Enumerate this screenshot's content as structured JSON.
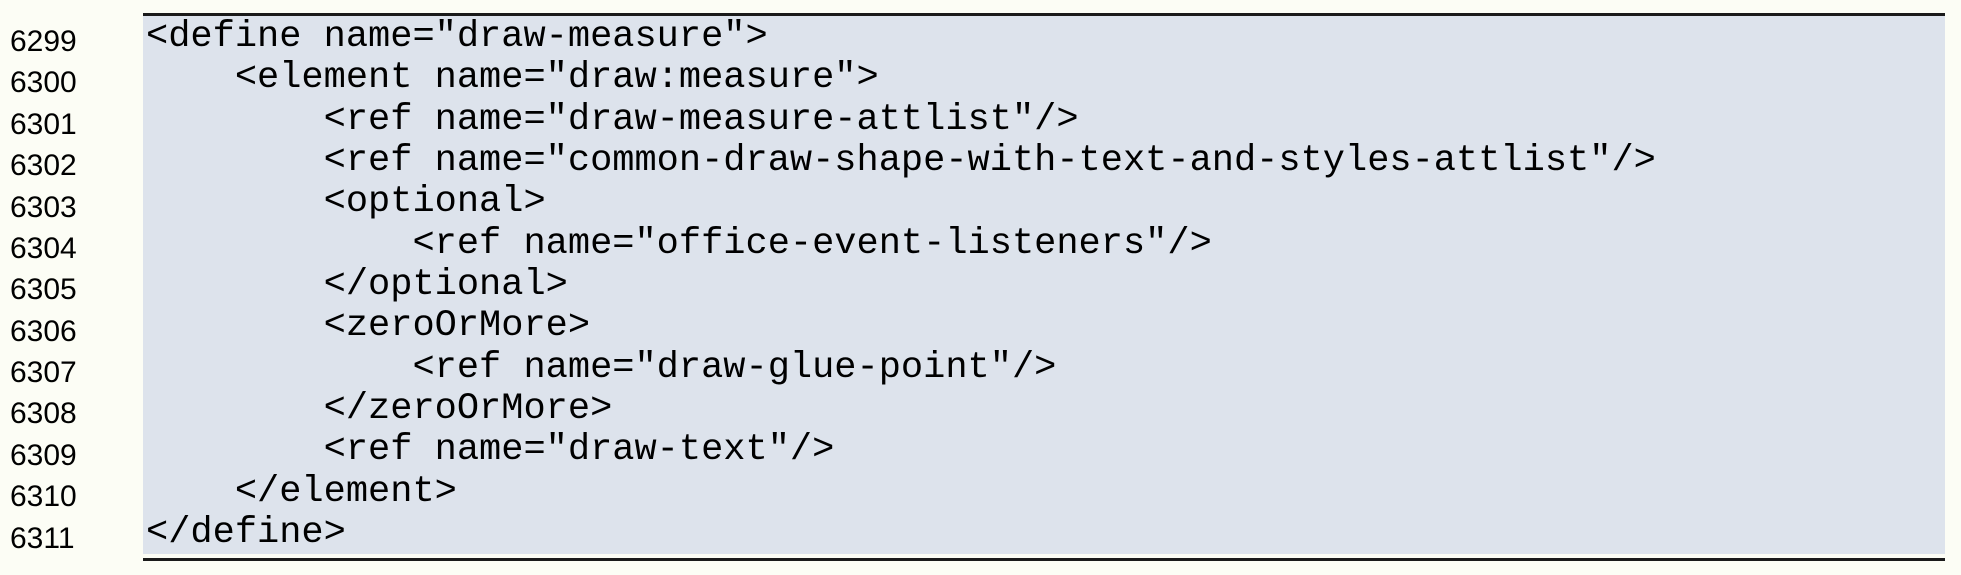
{
  "colors": {
    "page_background": "#fcfdf5",
    "code_panel_background": "#dde3ec",
    "rule_color": "#1a1a1a",
    "text_color": "#000000"
  },
  "code": {
    "first_line_number": "6299",
    "last_line_number": "6311",
    "lines": [
      {
        "number": "6299",
        "text": "<define name=\"draw-measure\">"
      },
      {
        "number": "6300",
        "text": "    <element name=\"draw:measure\">"
      },
      {
        "number": "6301",
        "text": "        <ref name=\"draw-measure-attlist\"/>"
      },
      {
        "number": "6302",
        "text": "        <ref name=\"common-draw-shape-with-text-and-styles-attlist\"/>"
      },
      {
        "number": "6303",
        "text": "        <optional>"
      },
      {
        "number": "6304",
        "text": "            <ref name=\"office-event-listeners\"/>"
      },
      {
        "number": "6305",
        "text": "        </optional>"
      },
      {
        "number": "6306",
        "text": "        <zeroOrMore>"
      },
      {
        "number": "6307",
        "text": "            <ref name=\"draw-glue-point\"/>"
      },
      {
        "number": "6308",
        "text": "        </zeroOrMore>"
      },
      {
        "number": "6309",
        "text": "        <ref name=\"draw-text\"/>"
      },
      {
        "number": "6310",
        "text": "    </element>"
      },
      {
        "number": "6311",
        "text": "</define>"
      }
    ]
  }
}
